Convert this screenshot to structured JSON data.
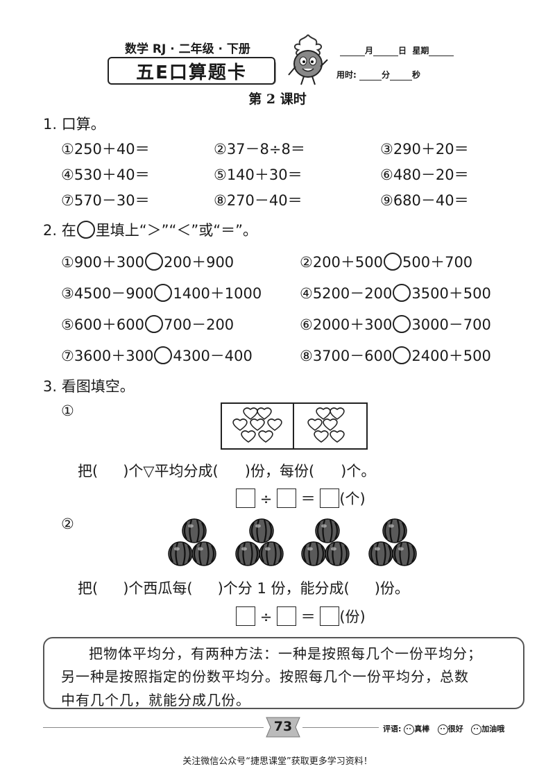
{
  "header": {
    "subject_line": "数学 RJ · 二年级 · 下册",
    "banner": "五E口算题卡",
    "date_month": "月",
    "date_day": "日",
    "date_week": "星期",
    "time_label": "用时:",
    "time_min": "分",
    "time_sec": "秒"
  },
  "lesson_title": "第 2 课时",
  "q1": {
    "title": "1. 口算。",
    "items": [
      "①250＋40＝",
      "②37－8÷8＝",
      "③290＋20＝",
      "④530＋40＝",
      "⑤140＋30＝",
      "⑥480－20＝",
      "⑦570－30＝",
      "⑧270－40＝",
      "⑨680－40＝"
    ]
  },
  "q2": {
    "title_pre": "2. 在",
    "title_post": "里填上“＞”“＜”或“＝”。",
    "items": [
      {
        "left": "①900＋300",
        "right": "200＋900"
      },
      {
        "left": "②200＋500",
        "right": "500＋700"
      },
      {
        "left": "③4500－900",
        "right": "1400＋1000"
      },
      {
        "left": "④5200－200",
        "right": "3500＋500"
      },
      {
        "left": "⑤600＋600",
        "right": "700－200"
      },
      {
        "left": "⑥2000＋300",
        "right": "3000－700"
      },
      {
        "left": "⑦3600＋300",
        "right": "4300－400"
      },
      {
        "left": "⑧3700－600",
        "right": "2400＋500"
      }
    ]
  },
  "q3": {
    "title": "3. 看图填空。",
    "part1_num": "①",
    "part1_s1": "把(",
    "part1_s2": ")个▽平均分成(",
    "part1_s3": ")份，每份(",
    "part1_s4": ")个。",
    "eq1_div": "÷",
    "eq1_eq": "＝",
    "eq1_unit": "(个)",
    "part2_num": "②",
    "part2_s1": "把(",
    "part2_s2": ")个西瓜每(",
    "part2_s3": ")个分 1 份，能分成(",
    "part2_s4": ")份。",
    "eq2_div": "÷",
    "eq2_eq": "＝",
    "eq2_unit": "(份)"
  },
  "note": {
    "line1": "把物体平均分，有两种方法：一种是按照每几个一份平均分；",
    "line2": "另一种是按照指定的份数平均分。按照每几个一份平均分，总数",
    "line3": "中有几个几，就能分成几份。"
  },
  "footer": {
    "page_number": "73",
    "eval_label": "评语:",
    "eval1": "真棒",
    "eval2": "很好",
    "eval3": "加油哦",
    "bottom_text": "关注微信公众号“捷思课堂”获取更多学习资料！"
  }
}
